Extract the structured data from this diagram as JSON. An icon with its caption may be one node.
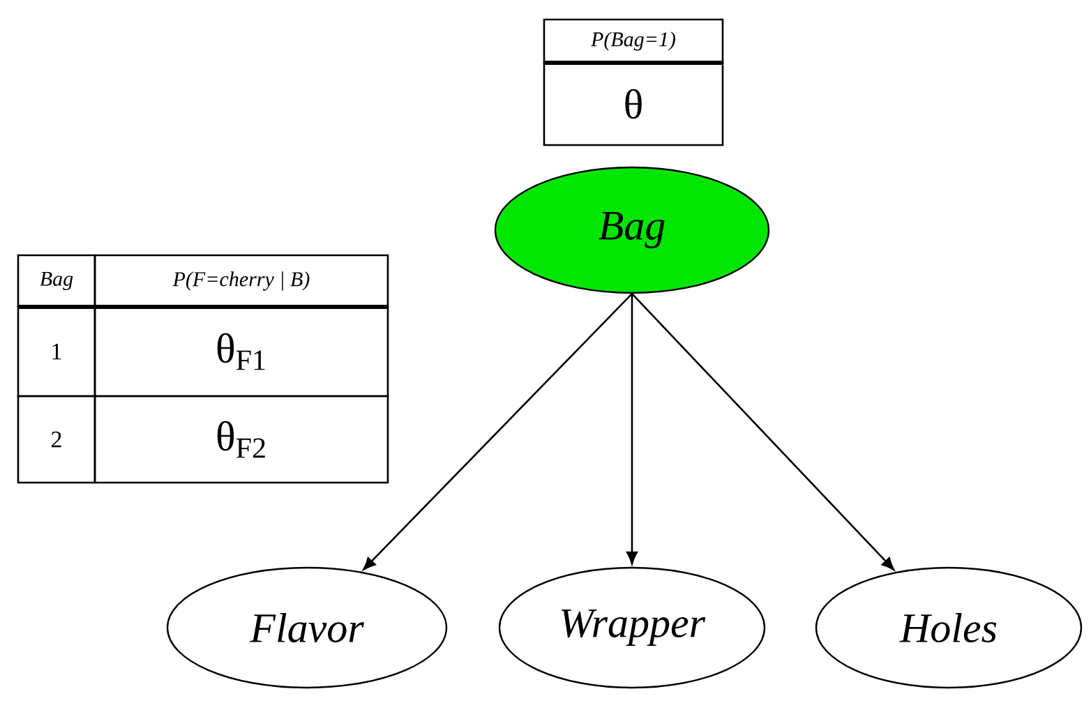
{
  "diagram": {
    "nodes": [
      {
        "text": [
          "Bag"
        ]
      },
      {
        "text": [
          "Flavor"
        ]
      },
      {
        "text": [
          "Wrapper"
        ]
      },
      {
        "text": [
          "Holes"
        ]
      }
    ],
    "edges": [
      {
        "from": 0,
        "to": 1,
        "arrow": "to"
      },
      {
        "from": 0,
        "to": 2,
        "arrow": "to"
      },
      {
        "from": 0,
        "to": 3,
        "arrow": "to"
      }
    ],
    "labels": [
      "P(Bag=1)",
      "θ",
      "Bag",
      "P(F=cherry | B)",
      "1",
      "θ$_{F1}$",
      "2",
      "θ$_{F2}$"
    ]
  }
}
